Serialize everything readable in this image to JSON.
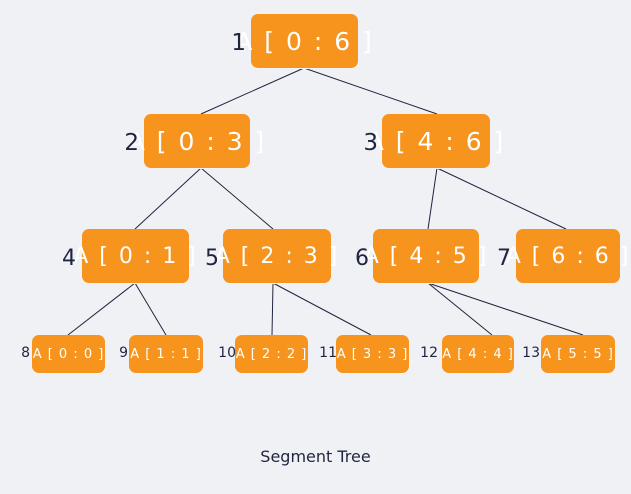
{
  "diagram": {
    "caption": "Segment Tree",
    "colors": {
      "node_fill": "#f7941d",
      "node_text": "#ffffff",
      "index_text": "#1f2540",
      "edge": "#1f2540",
      "background": "#f0f1f5"
    },
    "nodes": [
      {
        "index": "1",
        "label": "A [ 0 : 6 ]",
        "level": 0
      },
      {
        "index": "2",
        "label": "A [ 0 : 3 ]",
        "level": 1
      },
      {
        "index": "3",
        "label": "A [ 4 : 6 ]",
        "level": 1
      },
      {
        "index": "4",
        "label": "A [ 0 : 1 ]",
        "level": 2
      },
      {
        "index": "5",
        "label": "A [ 2 : 3 ]",
        "level": 2
      },
      {
        "index": "6",
        "label": "A [ 4 : 5 ]",
        "level": 2
      },
      {
        "index": "7",
        "label": "A [ 6 : 6 ]",
        "level": 2
      },
      {
        "index": "8",
        "label": "A [ 0 : 0 ]",
        "level": 3
      },
      {
        "index": "9",
        "label": "A [ 1 : 1 ]",
        "level": 3
      },
      {
        "index": "10",
        "label": "A [ 2 : 2 ]",
        "level": 3
      },
      {
        "index": "11",
        "label": "A [ 3 : 3 ]",
        "level": 3
      },
      {
        "index": "12",
        "label": "A [ 4 : 4 ]",
        "level": 3
      },
      {
        "index": "13",
        "label": "A [ 5 : 5 ]",
        "level": 3
      }
    ],
    "edges": [
      [
        "1",
        "2"
      ],
      [
        "1",
        "3"
      ],
      [
        "2",
        "4"
      ],
      [
        "2",
        "5"
      ],
      [
        "3",
        "6"
      ],
      [
        "3",
        "7"
      ],
      [
        "4",
        "8"
      ],
      [
        "4",
        "9"
      ],
      [
        "5",
        "10"
      ],
      [
        "5",
        "11"
      ],
      [
        "6",
        "12"
      ],
      [
        "6",
        "13"
      ]
    ]
  }
}
